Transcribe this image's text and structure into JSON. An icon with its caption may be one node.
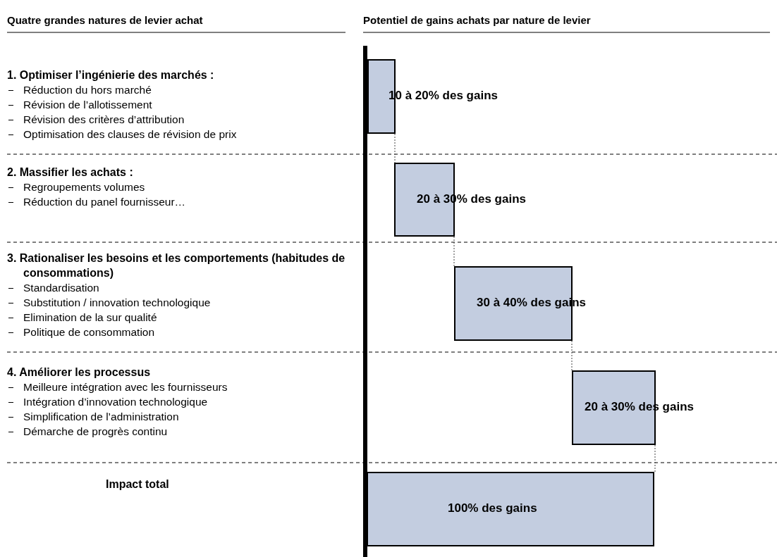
{
  "diagram": {
    "nodes": [
      {
        "text": [
          "10 à 20%  des gains"
        ]
      },
      {
        "text": [
          "20 à 30%  des gains"
        ]
      },
      {
        "text": [
          "30 à 40% des gains"
        ]
      },
      {
        "text": [
          "20 à 30% des gains"
        ]
      },
      {
        "text": [
          "100% des gains"
        ]
      }
    ],
    "edges": [
      {
        "from": 0,
        "to": 1,
        "arrow": "none",
        "style": "dashed"
      },
      {
        "from": 1,
        "to": 2,
        "arrow": "none",
        "style": "dashed"
      },
      {
        "from": 2,
        "to": 3,
        "arrow": "none",
        "style": "dashed"
      },
      {
        "from": 3,
        "to": 4,
        "arrow": "none",
        "style": "dashed"
      }
    ],
    "labels": [
      "Quatre grandes natures de levier achat",
      "Potentiel de gains achats  par nature de levier",
      "1. Optimiser l’ingénierie des marchés :",
      "Réduction du hors marché",
      "Révision de l’allotissement",
      "Révision des critères d’attribution",
      "Optimisation des clauses de révision de prix",
      "2. Massifier les achats :",
      "Regroupements volumes",
      "Réduction du panel fournisseur…",
      "3. Rationaliser les besoins et les comportements (habitudes de consommations)",
      "Standardisation",
      "Substitution / innovation technologique",
      "Elimination de la sur qualité",
      "Politique de consommation",
      "4. Améliorer les processus",
      "Meilleure intégration avec les fournisseurs",
      "Intégration d’innovation technologique",
      "Simplification de l’administration",
      "Démarche de progrès continu",
      "Impact total"
    ]
  }
}
